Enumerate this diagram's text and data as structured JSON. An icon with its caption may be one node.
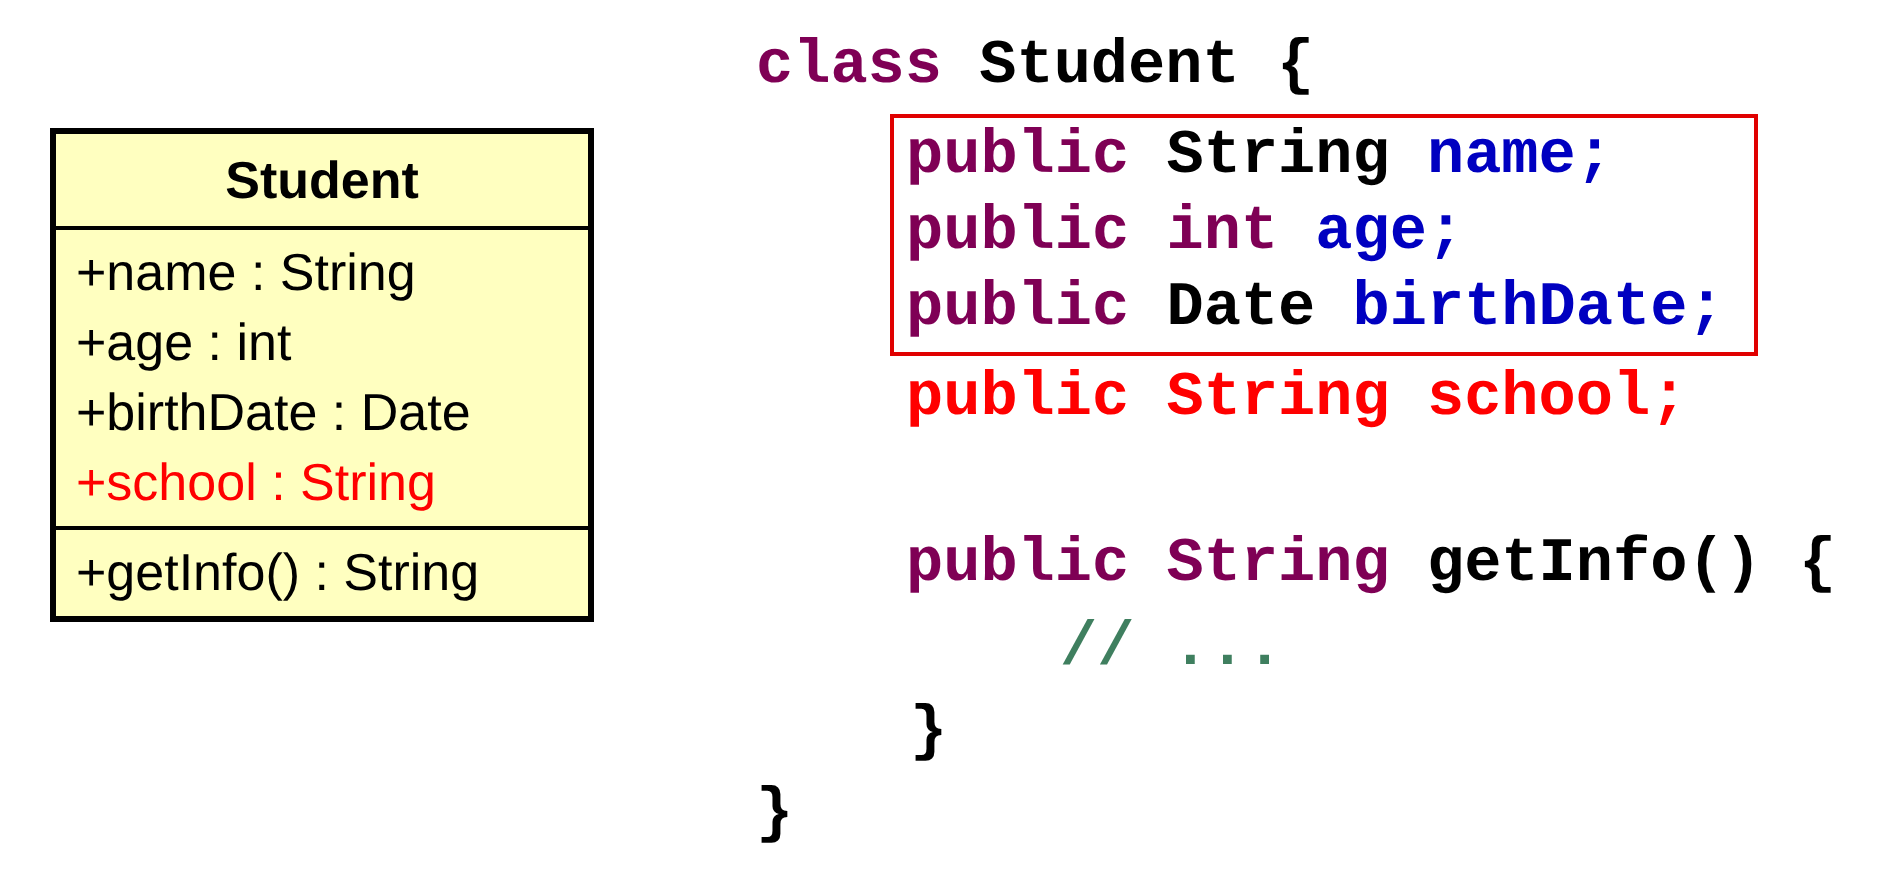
{
  "diagram": {
    "nodes": [
      {
        "text": [
          "Student",
          "+name : String",
          "+age : int",
          "+birthDate : Date",
          "+school : String",
          "+getInfo() : String"
        ]
      },
      {
        "text": [
          "public String name;",
          "public int age;",
          "public Date birthDate;"
        ]
      }
    ],
    "labels": [
      "class Student {",
      "public String school;",
      "public String getInfo() {",
      "// ...",
      "}",
      "}"
    ]
  }
}
